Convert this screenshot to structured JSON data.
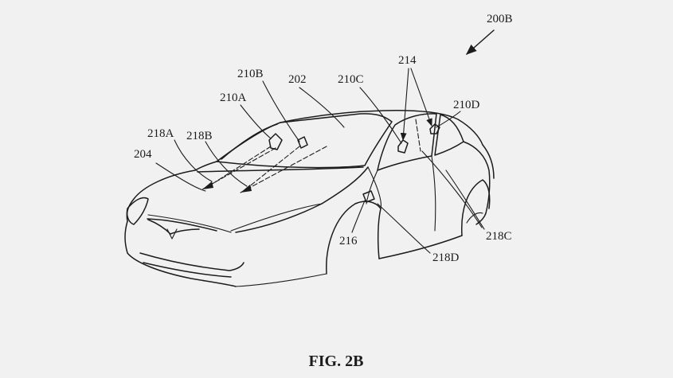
{
  "figure": {
    "caption": "FIG. 2B",
    "refs": {
      "r200b": "200B",
      "r202": "202",
      "r204": "204",
      "r210a": "210A",
      "r210b": "210B",
      "r210c": "210C",
      "r210d": "210D",
      "r214": "214",
      "r216": "216",
      "r218a": "218A",
      "r218b": "218B",
      "r218c": "218C",
      "r218d": "218D"
    }
  }
}
